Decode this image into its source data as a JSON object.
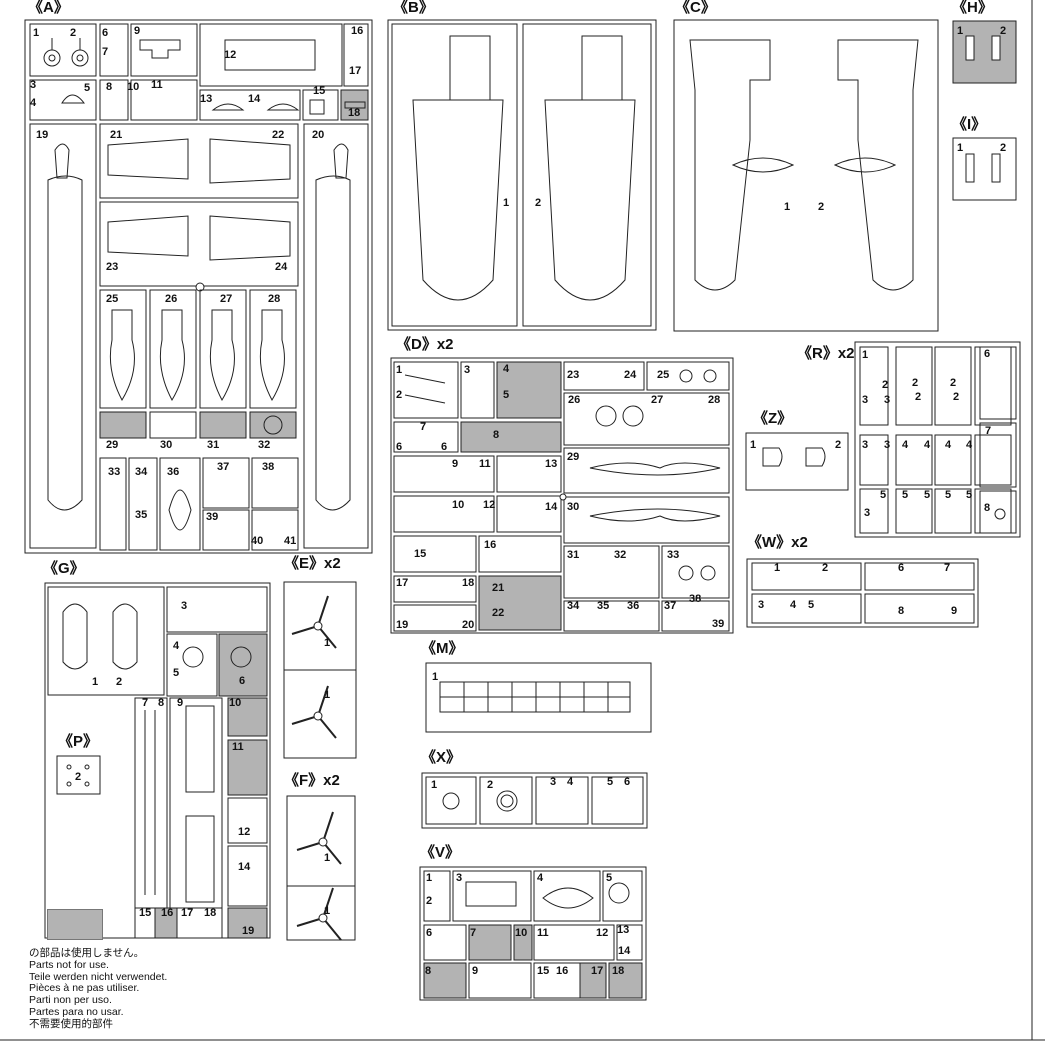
{
  "sprues": {
    "A": {
      "label": "《A》",
      "nums": [
        "1",
        "2",
        "3",
        "4",
        "5",
        "6",
        "7",
        "8",
        "9",
        "10",
        "11",
        "12",
        "13",
        "14",
        "15",
        "16",
        "17",
        "18",
        "19",
        "20",
        "21",
        "22",
        "23",
        "24",
        "25",
        "26",
        "27",
        "28",
        "29",
        "30",
        "31",
        "32",
        "33",
        "34",
        "35",
        "36",
        "37",
        "38",
        "39",
        "40",
        "41"
      ]
    },
    "B": {
      "label": "《B》",
      "nums": [
        "1",
        "2"
      ]
    },
    "C": {
      "label": "《C》",
      "nums": [
        "1",
        "2"
      ]
    },
    "H": {
      "label": "《H》",
      "nums": [
        "1",
        "2"
      ]
    },
    "I": {
      "label": "《I》",
      "nums": [
        "1",
        "2"
      ]
    },
    "D": {
      "label": "《D》x2",
      "nums": [
        "1",
        "2",
        "3",
        "4",
        "5",
        "6",
        "7",
        "6",
        "8",
        "9",
        "10",
        "11",
        "12",
        "13",
        "14",
        "15",
        "16",
        "17",
        "18",
        "19",
        "20",
        "21",
        "22",
        "23",
        "24",
        "25",
        "26",
        "27",
        "28",
        "29",
        "30",
        "31",
        "32",
        "33",
        "34",
        "35",
        "36",
        "37",
        "38",
        "39"
      ]
    },
    "R": {
      "label": "《R》x2",
      "nums": [
        "1",
        "2",
        "3",
        "3",
        "2",
        "2",
        "2",
        "2",
        "6",
        "3",
        "3",
        "4",
        "4",
        "4",
        "4",
        "7",
        "3",
        "5",
        "5",
        "5",
        "5",
        "5",
        "8"
      ]
    },
    "Z": {
      "label": "《Z》",
      "nums": [
        "1",
        "2"
      ]
    },
    "W": {
      "label": "《W》x2",
      "nums": [
        "1",
        "2",
        "6",
        "7",
        "3",
        "4",
        "5",
        "8",
        "9"
      ]
    },
    "G": {
      "label": "《G》",
      "nums": [
        "1",
        "2",
        "3",
        "4",
        "5",
        "6",
        "7",
        "8",
        "9",
        "10",
        "11",
        "12",
        "14",
        "15",
        "16",
        "17",
        "18",
        "19"
      ]
    },
    "E": {
      "label": "《E》x2",
      "nums": [
        "1",
        "1"
      ]
    },
    "F": {
      "label": "《F》x2",
      "nums": [
        "1",
        "1"
      ]
    },
    "P": {
      "label": "《P》",
      "nums": [
        "2"
      ]
    },
    "M": {
      "label": "《M》",
      "nums": [
        "1"
      ]
    },
    "X": {
      "label": "《X》",
      "nums": [
        "1",
        "2",
        "3",
        "4",
        "5",
        "6"
      ]
    },
    "V": {
      "label": "《V》",
      "nums": [
        "1",
        "2",
        "3",
        "4",
        "5",
        "6",
        "7",
        "10",
        "11",
        "12",
        "13",
        "14",
        "8",
        "9",
        "15",
        "16",
        "17",
        "18"
      ]
    }
  },
  "legend": {
    "lines": [
      "の部品は使用しません。",
      "Parts not for use.",
      "Teile werden nicht verwendet.",
      "Pièces à ne pas utiliser.",
      "Parti non per uso.",
      "Partes para no usar.",
      "不需要使用的部件"
    ]
  },
  "colors": {
    "line": "#222222",
    "unused": "#b3b3b3",
    "paper": "#ffffff"
  }
}
